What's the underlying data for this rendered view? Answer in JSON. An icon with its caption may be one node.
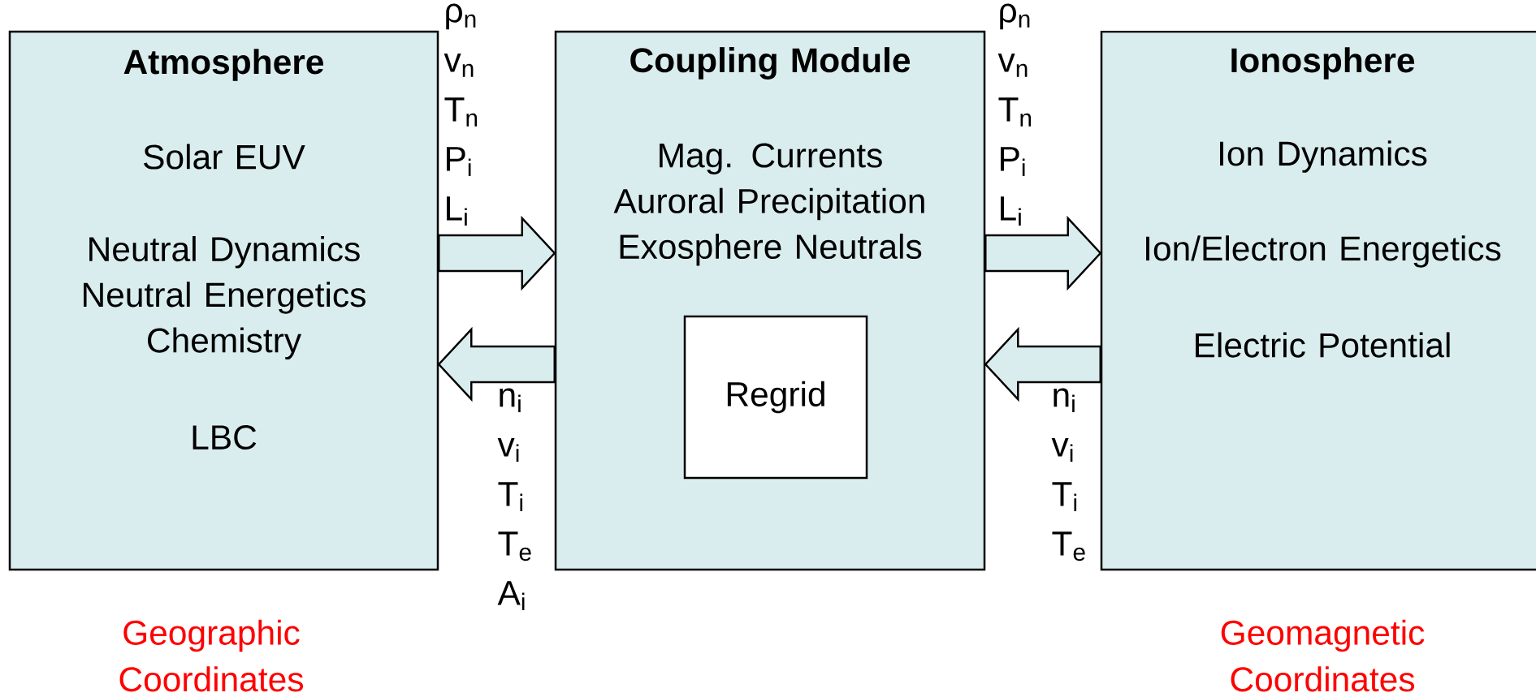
{
  "diagram": {
    "nodes": [
      {
        "text": [
          "Atmosphere",
          "Solar EUV",
          "Neutral Dynamics Neutral Energetics Chemistry",
          "LBC"
        ],
        "beside": [
          "Geographic Coordinates"
        ]
      },
      {
        "text": [
          "Coupling Module",
          "Mag. Currents Auroral Precipitation Exosphere Neutrals"
        ]
      },
      {
        "text": [
          "Regrid"
        ],
        "in": 1
      },
      {
        "text": [
          "Ionosphere",
          "Ion Dynamics",
          "Ion/Electron Energetics",
          "Electric Potential"
        ],
        "beside": [
          "Geomagnetic Coordinates"
        ]
      }
    ],
    "edges": [
      {
        "from": 0,
        "to": 1,
        "arrow": "to",
        "label": "ρ$_{n}$ v$_{n}$ T$_{n}$ P$_{i}$ L$_{i}$",
        "style": "thick"
      },
      {
        "from": 1,
        "to": 0,
        "arrow": "to",
        "label": "n$_{i}$ v$_{i}$ T$_{i}$ T$_{e}$ A$_{i}$",
        "style": "thick"
      },
      {
        "from": 1,
        "to": 3,
        "arrow": "to",
        "label": "ρ$_{n}$ v$_{n}$ T$_{n}$ P$_{i}$ L$_{i}$",
        "style": "thick"
      },
      {
        "from": 3,
        "to": 1,
        "arrow": "to",
        "label": "n$_{i}$ v$_{i}$ T$_{i}$ T$_{e}$",
        "style": "thick"
      }
    ]
  }
}
